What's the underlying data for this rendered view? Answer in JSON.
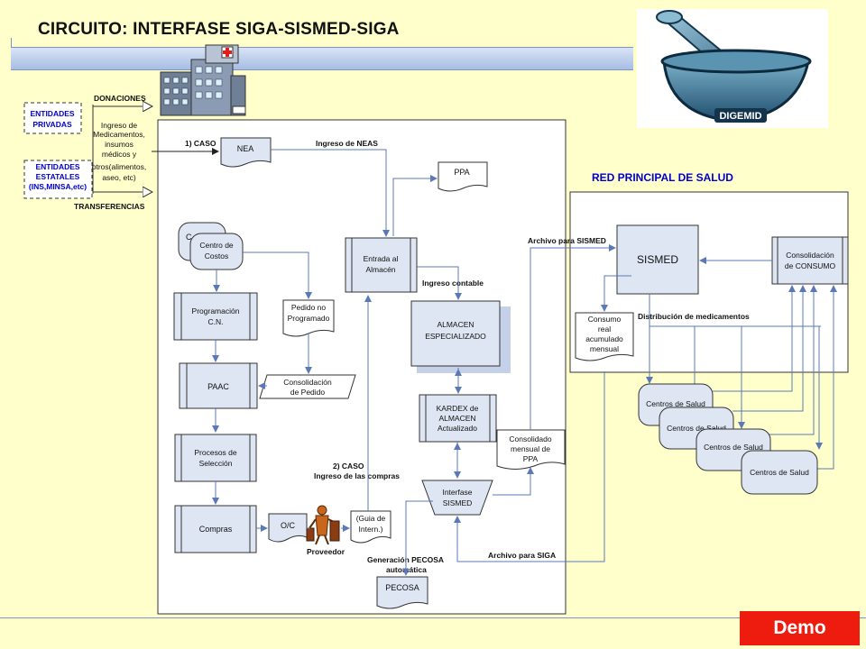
{
  "title": "CIRCUITO: INTERFASE SIGA-SISMED-SIGA",
  "logo_label": "DIGEMID",
  "demo_label": "Demo",
  "colors": {
    "background": "#ffffcc",
    "box_fill": "#dfe6f3",
    "arrow": "#5b79b6",
    "demo": "#ee1c0e",
    "title_blue": "#0000cc"
  },
  "left_panel": {
    "donaciones": "DONACIONES",
    "transferencias": "TRANSFERENCIAS",
    "entidades_privadas": [
      "ENTIDADES",
      "PRIVADAS"
    ],
    "entidades_estatales": [
      "ENTIDADES",
      "ESTATALES",
      "(INS,MINSA,etc)"
    ],
    "ingreso_text": [
      "Ingreso de",
      "Medicamentos,",
      "insumos",
      "médicos y",
      "otros(alimentos,",
      "aseo, etc)"
    ]
  },
  "flow": {
    "caso1": "1) CASO",
    "nea": "NEA",
    "ingreso_neas": "Ingreso de NEAS",
    "ppa": "PPA",
    "centro_costos_back": "C",
    "centro_costos": [
      "Centro de",
      "Costos"
    ],
    "entrada_almacen": [
      "Entrada al",
      "Almacén"
    ],
    "ingreso_contable": "Ingreso contable",
    "programacion": [
      "Programación",
      "C.N."
    ],
    "pedido_no_programado": [
      "Pedido no",
      "Programado"
    ],
    "almacen_especializado": [
      "ALMACEN",
      "ESPECIALIZADO"
    ],
    "paac": "PAAC",
    "consolidacion_pedido": [
      "Consolidación",
      "de Pedido"
    ],
    "kardex": [
      "KARDEX de",
      "ALMACEN",
      "Actualizado"
    ],
    "procesos_seleccion": [
      "Procesos de",
      "Selección"
    ],
    "caso2": [
      "2) CASO",
      "Ingreso de las compras"
    ],
    "consolidado_mensual": [
      "Consolidado",
      "mensual de",
      "PPA"
    ],
    "interfase_sismed": [
      "Interfase",
      "SISMED"
    ],
    "compras": "Compras",
    "oc": "O/C",
    "guia": [
      "(Guia de",
      "Intern.)"
    ],
    "proveedor": "Proveedor",
    "generacion_pecosa": [
      "Generación PECOSA",
      "automática"
    ],
    "pecosa": "PECOSA",
    "archivo_siga": "Archivo para SIGA",
    "archivo_sismed": "Archivo para SISMED"
  },
  "red": {
    "title": "RED PRINCIPAL DE SALUD",
    "sismed": "SISMED",
    "consolidacion_consumo": [
      "Consolidación",
      "de CONSUMO"
    ],
    "consumo_real": [
      "Consumo",
      "real",
      "acumulado",
      "mensual"
    ],
    "distribucion": "Distribución de medicamentos",
    "centros": [
      "Centros de Salud",
      "Centros de Salud",
      "Centros de Salud",
      "Centros de Salud"
    ]
  }
}
